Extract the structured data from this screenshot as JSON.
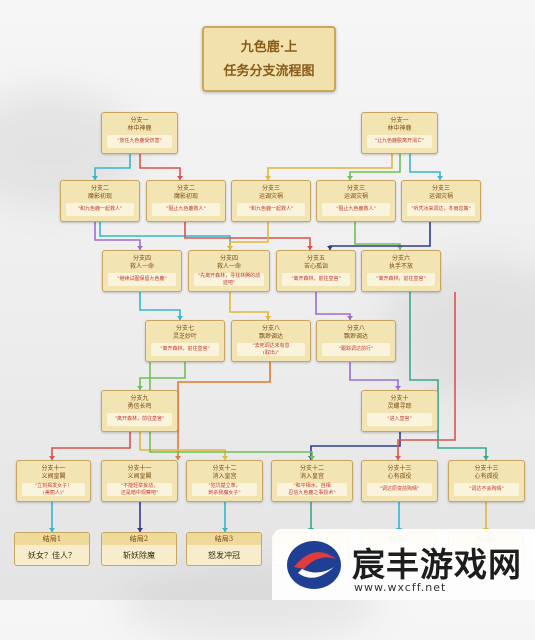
{
  "title": {
    "line1": "九色鹿·上",
    "line2": "任务分支流程图"
  },
  "nodes": {
    "b1a": {
      "head": "分支一\n林中神鹿",
      "quote": "\"放任九色鹿受伤害\""
    },
    "b1b": {
      "head": "分支一\n林中神鹿",
      "quote": "\"让九色鹿脱离开消亡\""
    },
    "b2a": {
      "head": "分支二\n魔影初现",
      "quote": "\"和九色鹿一起救人\""
    },
    "b2b": {
      "head": "分支二\n魔影初现",
      "quote": "\"阻止九色鹿救人\""
    },
    "b3a": {
      "head": "分支三\n运调灾祸",
      "quote": "\"和九色鹿一起救人\""
    },
    "b3b": {
      "head": "分支三\n运调灾祸",
      "quote": "\"阻止九色鹿救人\""
    },
    "b3c": {
      "head": "分支三\n运调灾祸",
      "quote": "\"听凭冰来调达，冬雨息策\""
    },
    "b4a": {
      "head": "分支四\n救人一命",
      "quote": "\"继续试图保留九色鹿\""
    },
    "b4b": {
      "head": "分支四\n救人一命",
      "quote": "\"先离开森林，寻找林腾的动迹吧\""
    },
    "b5": {
      "head": "分支五\n苦心孤诣",
      "quote": "\"离开森林，前往皇宫\""
    },
    "b6": {
      "head": "分支六\n执手不放",
      "quote": "\"离开森林，前往皇宫\""
    },
    "b7": {
      "head": "分支七\n灵芝妙叶",
      "quote": "\"离开森林，前往皇宫\""
    },
    "b8a": {
      "head": "分支八\n飘渺调达",
      "quote": "\"去死调达未有息\n(取出)\""
    },
    "b8b": {
      "head": "分支八\n飘渺调达",
      "quote": "\"跟踪调达前行\""
    },
    "b9": {
      "head": "分支九\n勇信长鸣",
      "quote": "\"离开森林，前往皇宫\""
    },
    "b10": {
      "head": "分支十\n灵螺寻踪",
      "quote": "\"进入皇宫\""
    },
    "b11a": {
      "head": "分支十一\n义阀皇閣",
      "quote": "\"立刻揭发女子！\n(美丽人)\""
    },
    "b11b": {
      "head": "分支十一\n义阀皇閣",
      "quote": "\"不能轻举妄动，\n还是暗中观察吧\""
    },
    "b12a": {
      "head": "分支十二\n消入皇宫",
      "quote": "\"犯坑楚立萃，\n刺杀我魔女子\""
    },
    "b12b": {
      "head": "分支十二\n消入皇宫",
      "quote": "\"和平相水，自相\n忍信九色鹿之事授术\""
    },
    "b13a": {
      "head": "分支十三\n心有孤役",
      "quote": "\"调达原变前殉晴\""
    },
    "b13b": {
      "head": "分支十三\n心有孤役",
      "quote": "\"调达不会殉晴\""
    }
  },
  "endings": [
    {
      "title": "结局1",
      "quote": "妖女？佳人？"
    },
    {
      "title": "结局2",
      "quote": "斩妖除魔"
    },
    {
      "title": "结局3",
      "quote": "怒发冲冠"
    },
    {
      "title": "结局4",
      "quote": ""
    },
    {
      "title": "结局5",
      "quote": ""
    },
    {
      "title": "结局6",
      "quote": ""
    }
  ],
  "watermark": {
    "text": "宸丰游戏网",
    "url": "www.wxcff.net"
  },
  "colors": {
    "wire_cyan": "#35b6cf",
    "wire_red": "#d9544f",
    "wire_yellow": "#e0b83a",
    "wire_green": "#6fbf5a",
    "wire_purple": "#9b6fd0",
    "wire_navy": "#2d3c8f",
    "wire_orange": "#e07a2d",
    "wire_teal": "#3aa88f"
  }
}
